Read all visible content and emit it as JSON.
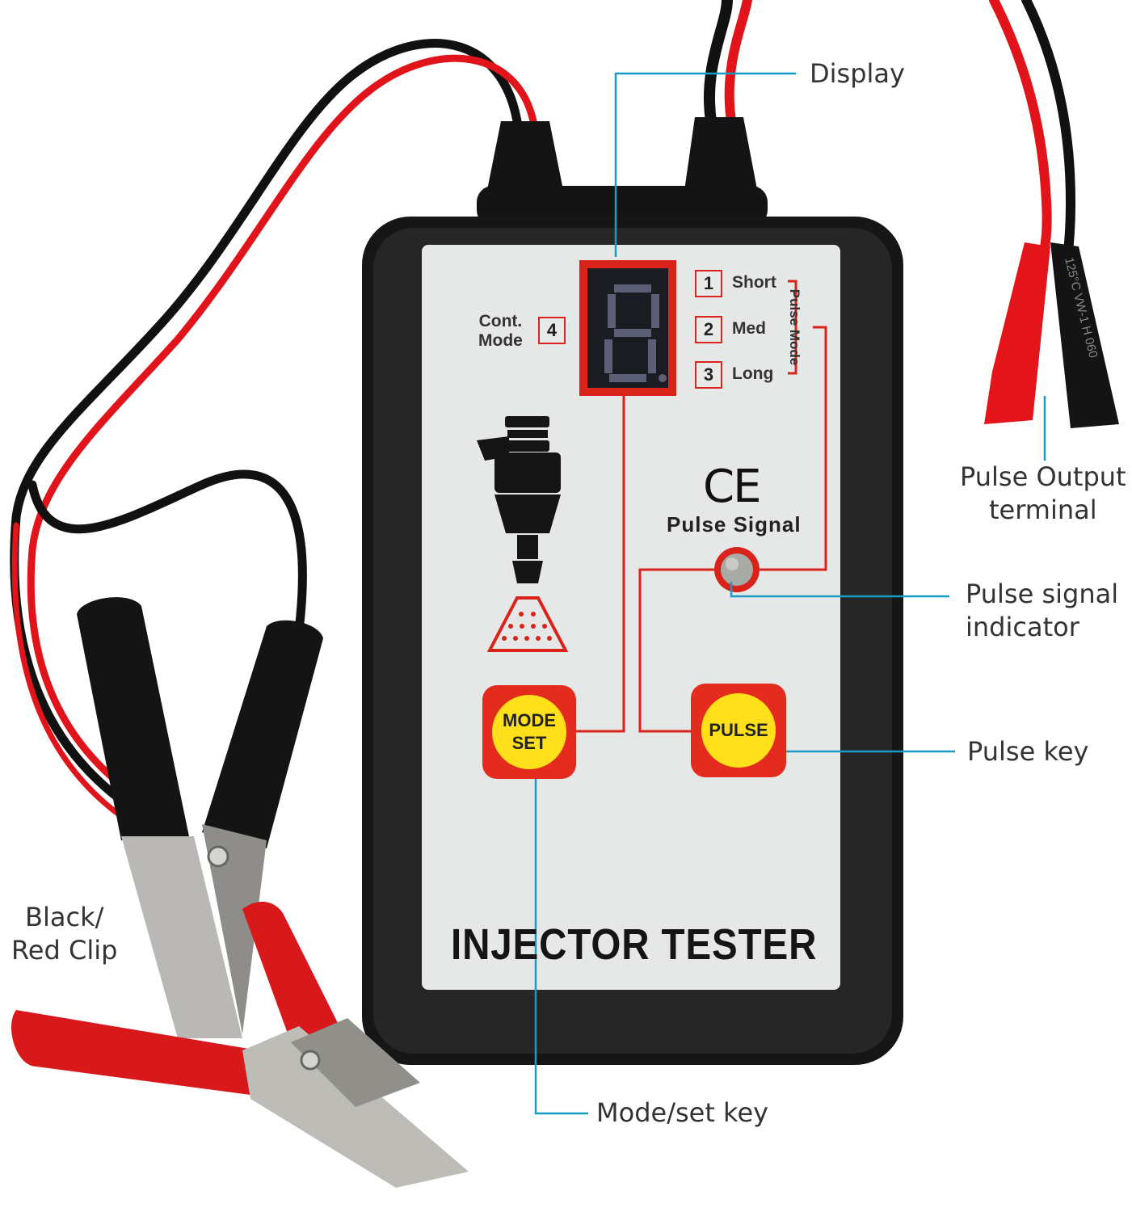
{
  "callouts": {
    "display": "Display",
    "pulse_output_line1": "Pulse Output",
    "pulse_output_line2": "terminal",
    "pulse_indicator_line1": "Pulse signal",
    "pulse_indicator_line2": "indicator",
    "pulse_key": "Pulse key",
    "mode_set_key": "Mode/set key",
    "clip_line1": "Black/",
    "clip_line2": "Red Clip"
  },
  "device": {
    "title": "INJECTOR TESTER",
    "cont_mode_line1": "Cont.",
    "cont_mode_line2": "Mode",
    "cont_mode_num": "4",
    "pulse_mode_label": "Pulse Mode",
    "modes": [
      {
        "num": "1",
        "label": "Short"
      },
      {
        "num": "2",
        "label": "Med"
      },
      {
        "num": "3",
        "label": "Long"
      }
    ],
    "ce_mark": "CE",
    "pulse_signal_label": "Pulse Signal",
    "mode_key_line1": "MODE",
    "mode_key_line2": "SET",
    "pulse_key_label": "PULSE"
  },
  "wire_print": "125°C VW-1 H 060",
  "colors": {
    "leader_line": "#1a9bc4",
    "panel_accent": "#d9231a",
    "key_yellow": "#ffe01a",
    "wire_red": "#e0141a",
    "wire_black": "#111111",
    "panel_face": "#e6e8e8"
  }
}
